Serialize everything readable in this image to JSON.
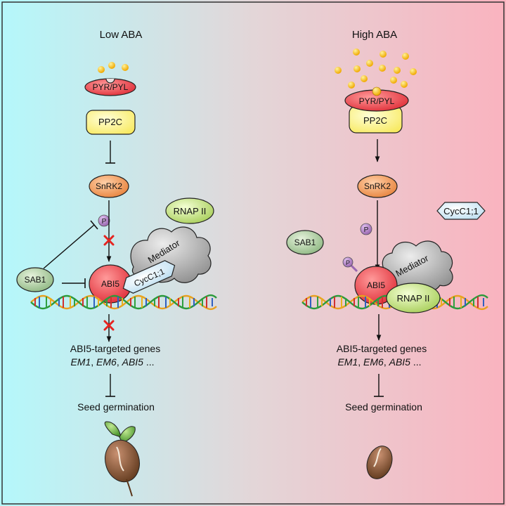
{
  "panels": {
    "low": {
      "title": "Low ABA",
      "receptor": "PYR/PYL",
      "phosphatase": "PP2C",
      "kinase": "SnRK2",
      "phospho": "P",
      "polymerase": "RNAP II",
      "sab1": "SAB1",
      "mediator": "Mediator",
      "cyclin": "CycC1;1",
      "abi5": "ABI5",
      "genes_title": "ABI5-targeted genes",
      "genes_list": [
        "EM1",
        "EM6",
        "ABI5"
      ],
      "genes_sep": ", ",
      "genes_suffix": " ...",
      "outcome": "Seed germination"
    },
    "high": {
      "title": "High ABA",
      "receptor": "PYR/PYL",
      "phosphatase": "PP2C",
      "kinase": "SnRK2",
      "cyclin": "CycC1;1",
      "sab1": "SAB1",
      "phospho": "P",
      "abi5_phospho": "P",
      "mediator": "Mediator",
      "abi5": "ABI5",
      "polymerase": "RNAP II",
      "genes_title": "ABI5-targeted genes",
      "genes_list": [
        "EM1",
        "EM6",
        "ABI5"
      ],
      "genes_sep": ", ",
      "genes_suffix": " ...",
      "outcome": "Seed germination"
    }
  },
  "colors": {
    "left_background": "#b4f7fa",
    "right_background": "#fab4c0",
    "receptor": "#e8454a",
    "phosphatase": "#fbf28a",
    "kinase": "#ef9a5a",
    "polymerase": "#cfe59a",
    "sab1": "#b4d4a8",
    "abi5": "#ee3b45",
    "cyclin": "#cfe6f2",
    "mediator": "#a8a8a8",
    "phospho": "#b080c0",
    "aba": "#f2b400",
    "inhibit_cross": "#e52420"
  }
}
